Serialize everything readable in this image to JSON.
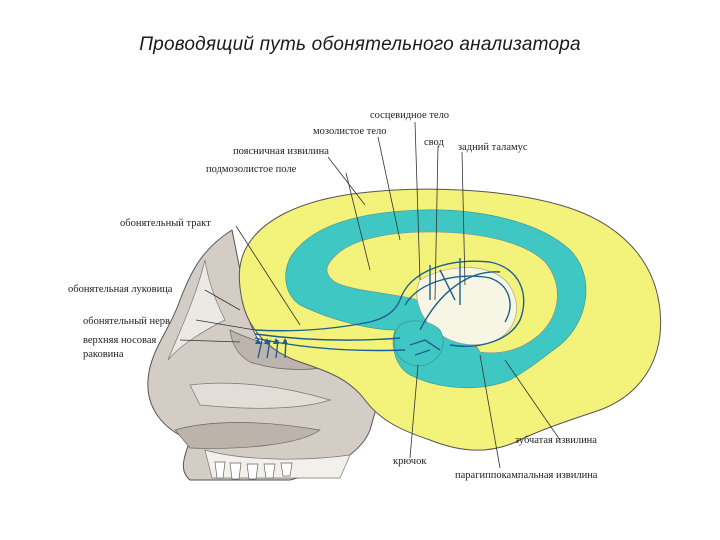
{
  "title": "Проводящий путь обонятельного анализатора",
  "labels": {
    "socevidnoe_telo": "сосцевидное тело",
    "mozolistoe_telo": "мозолистое тело",
    "svod": "свод",
    "zadniy_talamus": "задний таламус",
    "poyasnichnaya_izvilina": "поясничная извилина",
    "podmozolistoe_pole": "подмозолистое поле",
    "obonyatelny_trakt": "обонятельный тракт",
    "obonyatelnaya_lukovica": "обонятельная луковица",
    "obonyatelny_nerv": "обонятельный нерв",
    "verhnyaya_nosovaya_1": "верхняя носовая",
    "verhnyaya_nosovaya_2": "раковина",
    "zubchataya_izvilina": "зубчатая извилина",
    "kryuchok": "крючок",
    "paragippokampalnaya": "парагиппокампальная извилина"
  },
  "colors": {
    "cortex_yellow": "#f3f27a",
    "cingulate_teal": "#3fc7c4",
    "pathway_blue": "#1f5f8f",
    "bone_gray": "#c9c2bb",
    "bone_light": "#e8e3de"
  }
}
